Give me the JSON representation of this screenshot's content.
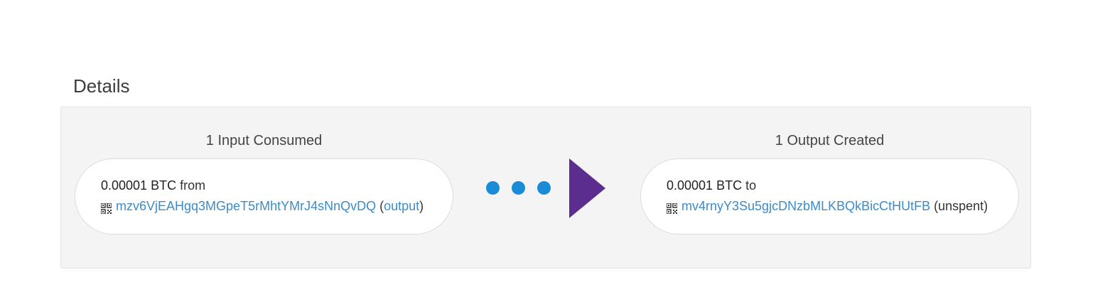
{
  "section": {
    "title": "Details"
  },
  "inputs": {
    "heading": "1 Input Consumed",
    "items": [
      {
        "amount": "0.00001 BTC",
        "direction": "from",
        "address": "mzv6VjEAHgq3MGpeT5rMhtYMrJ4sNnQvDQ",
        "link_label": "output",
        "icon": "qr-code-icon"
      }
    ]
  },
  "outputs": {
    "heading": "1 Output Created",
    "items": [
      {
        "amount": "0.00001 BTC",
        "direction": "to",
        "address": "mv4rnyY3Su5gjcDNzbMLKBQkBicCtHUtFB",
        "status": "unspent",
        "icon": "qr-code-icon"
      }
    ]
  },
  "flow": {
    "dot_color": "#1a8bd6",
    "arrow_color": "#5b2d8e",
    "link_color": "#3d8bc9"
  }
}
